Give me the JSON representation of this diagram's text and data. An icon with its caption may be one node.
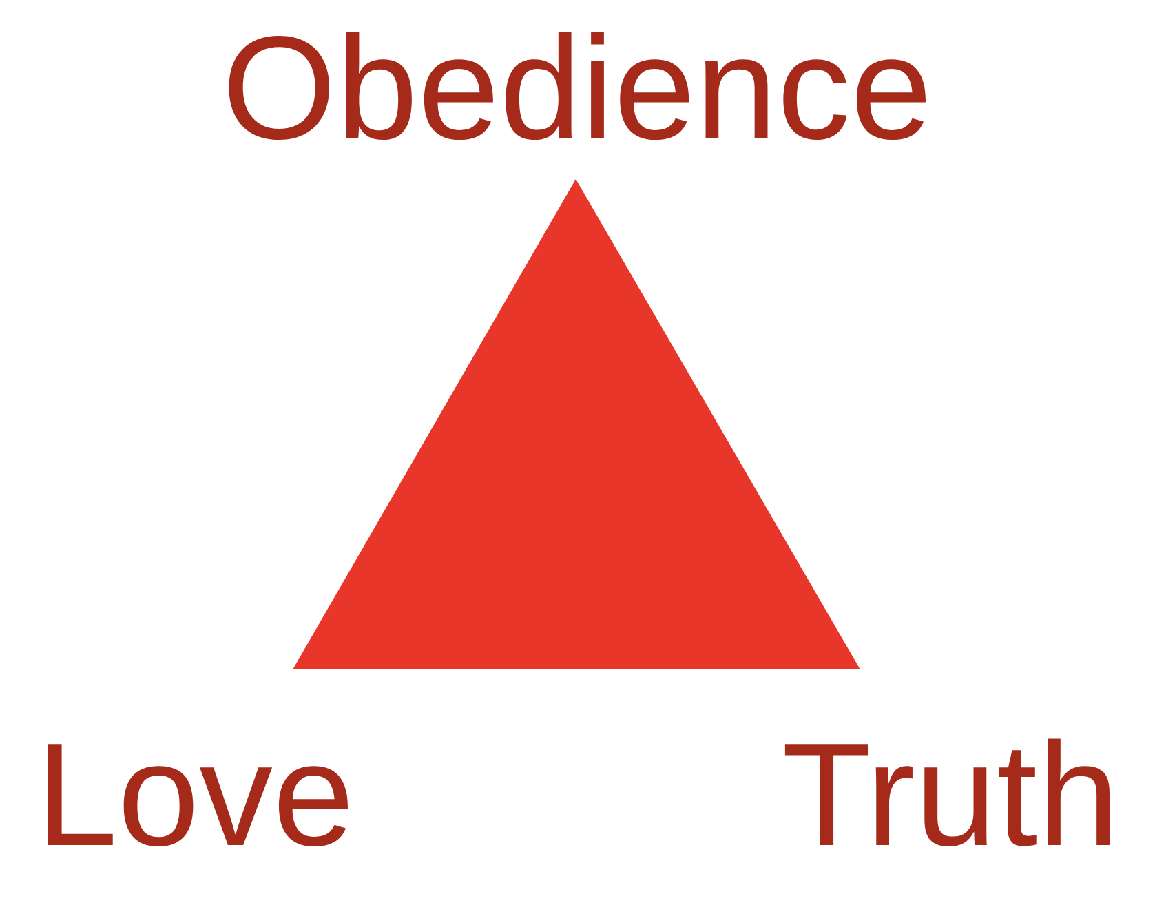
{
  "diagram": {
    "labels": [
      "Obedience",
      "Love",
      "Truth"
    ]
  }
}
